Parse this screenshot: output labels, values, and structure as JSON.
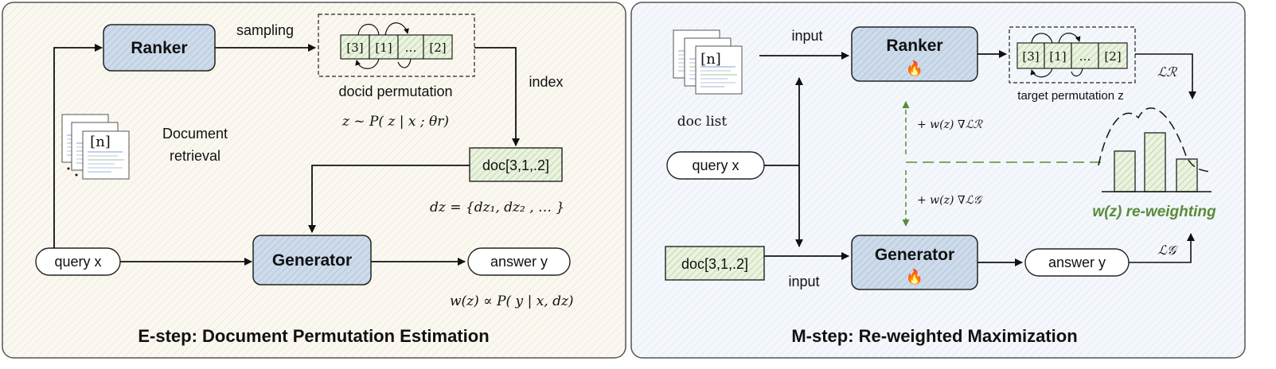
{
  "estep": {
    "title": "E-step: Document Permutation Estimation",
    "ranker": "Ranker",
    "generator": "Generator",
    "sampling": "sampling",
    "index": "index",
    "perm_cells": [
      "[3]",
      "[1]",
      "…",
      "[2]"
    ],
    "perm_caption": "docid permutation",
    "perm_formula": "z ~ P( z | x ; θr)",
    "doc_retrieval_line1": "Document",
    "doc_retrieval_line2": "retrieval",
    "doc_stack_label": "[n]",
    "doc_box": "doc[3,1,.2]",
    "dz_formula": "dz = {dz₁, dz₂ , … }",
    "query": "query x",
    "answer": "answer y",
    "weight_formula": "w(z)  ∝ P( y | x, dz)"
  },
  "mstep": {
    "title": "M-step: Re-weighted Maximization",
    "ranker": "Ranker",
    "generator": "Generator",
    "input_top": "input",
    "input_bottom": "input",
    "doc_list": "doc list",
    "doc_stack_label": "[n]",
    "perm_cells": [
      "[3]",
      "[1]",
      "…",
      "[2]"
    ],
    "target_perm": "target permutation z",
    "loss_r": "ℒℛ",
    "loss_g": "ℒ𝒢",
    "grad_r": "+ w(z) ∇ℒℛ",
    "grad_g": "+ w(z) ∇ℒ𝒢",
    "reweight": "w(z) re-weighting",
    "query": "query x",
    "doc_box": "doc[3,1,.2]",
    "answer": "answer y",
    "fire_icon": "🔥",
    "bar_levels": [
      0.55,
      0.8,
      0.45
    ]
  },
  "colors": {
    "panel_left_bg": "#fbf7ef",
    "panel_right_bg": "#f3f6fa",
    "block_fill": "#c9d8ea",
    "green": "#5a8a3a",
    "green_fill": "#e4eed9"
  }
}
